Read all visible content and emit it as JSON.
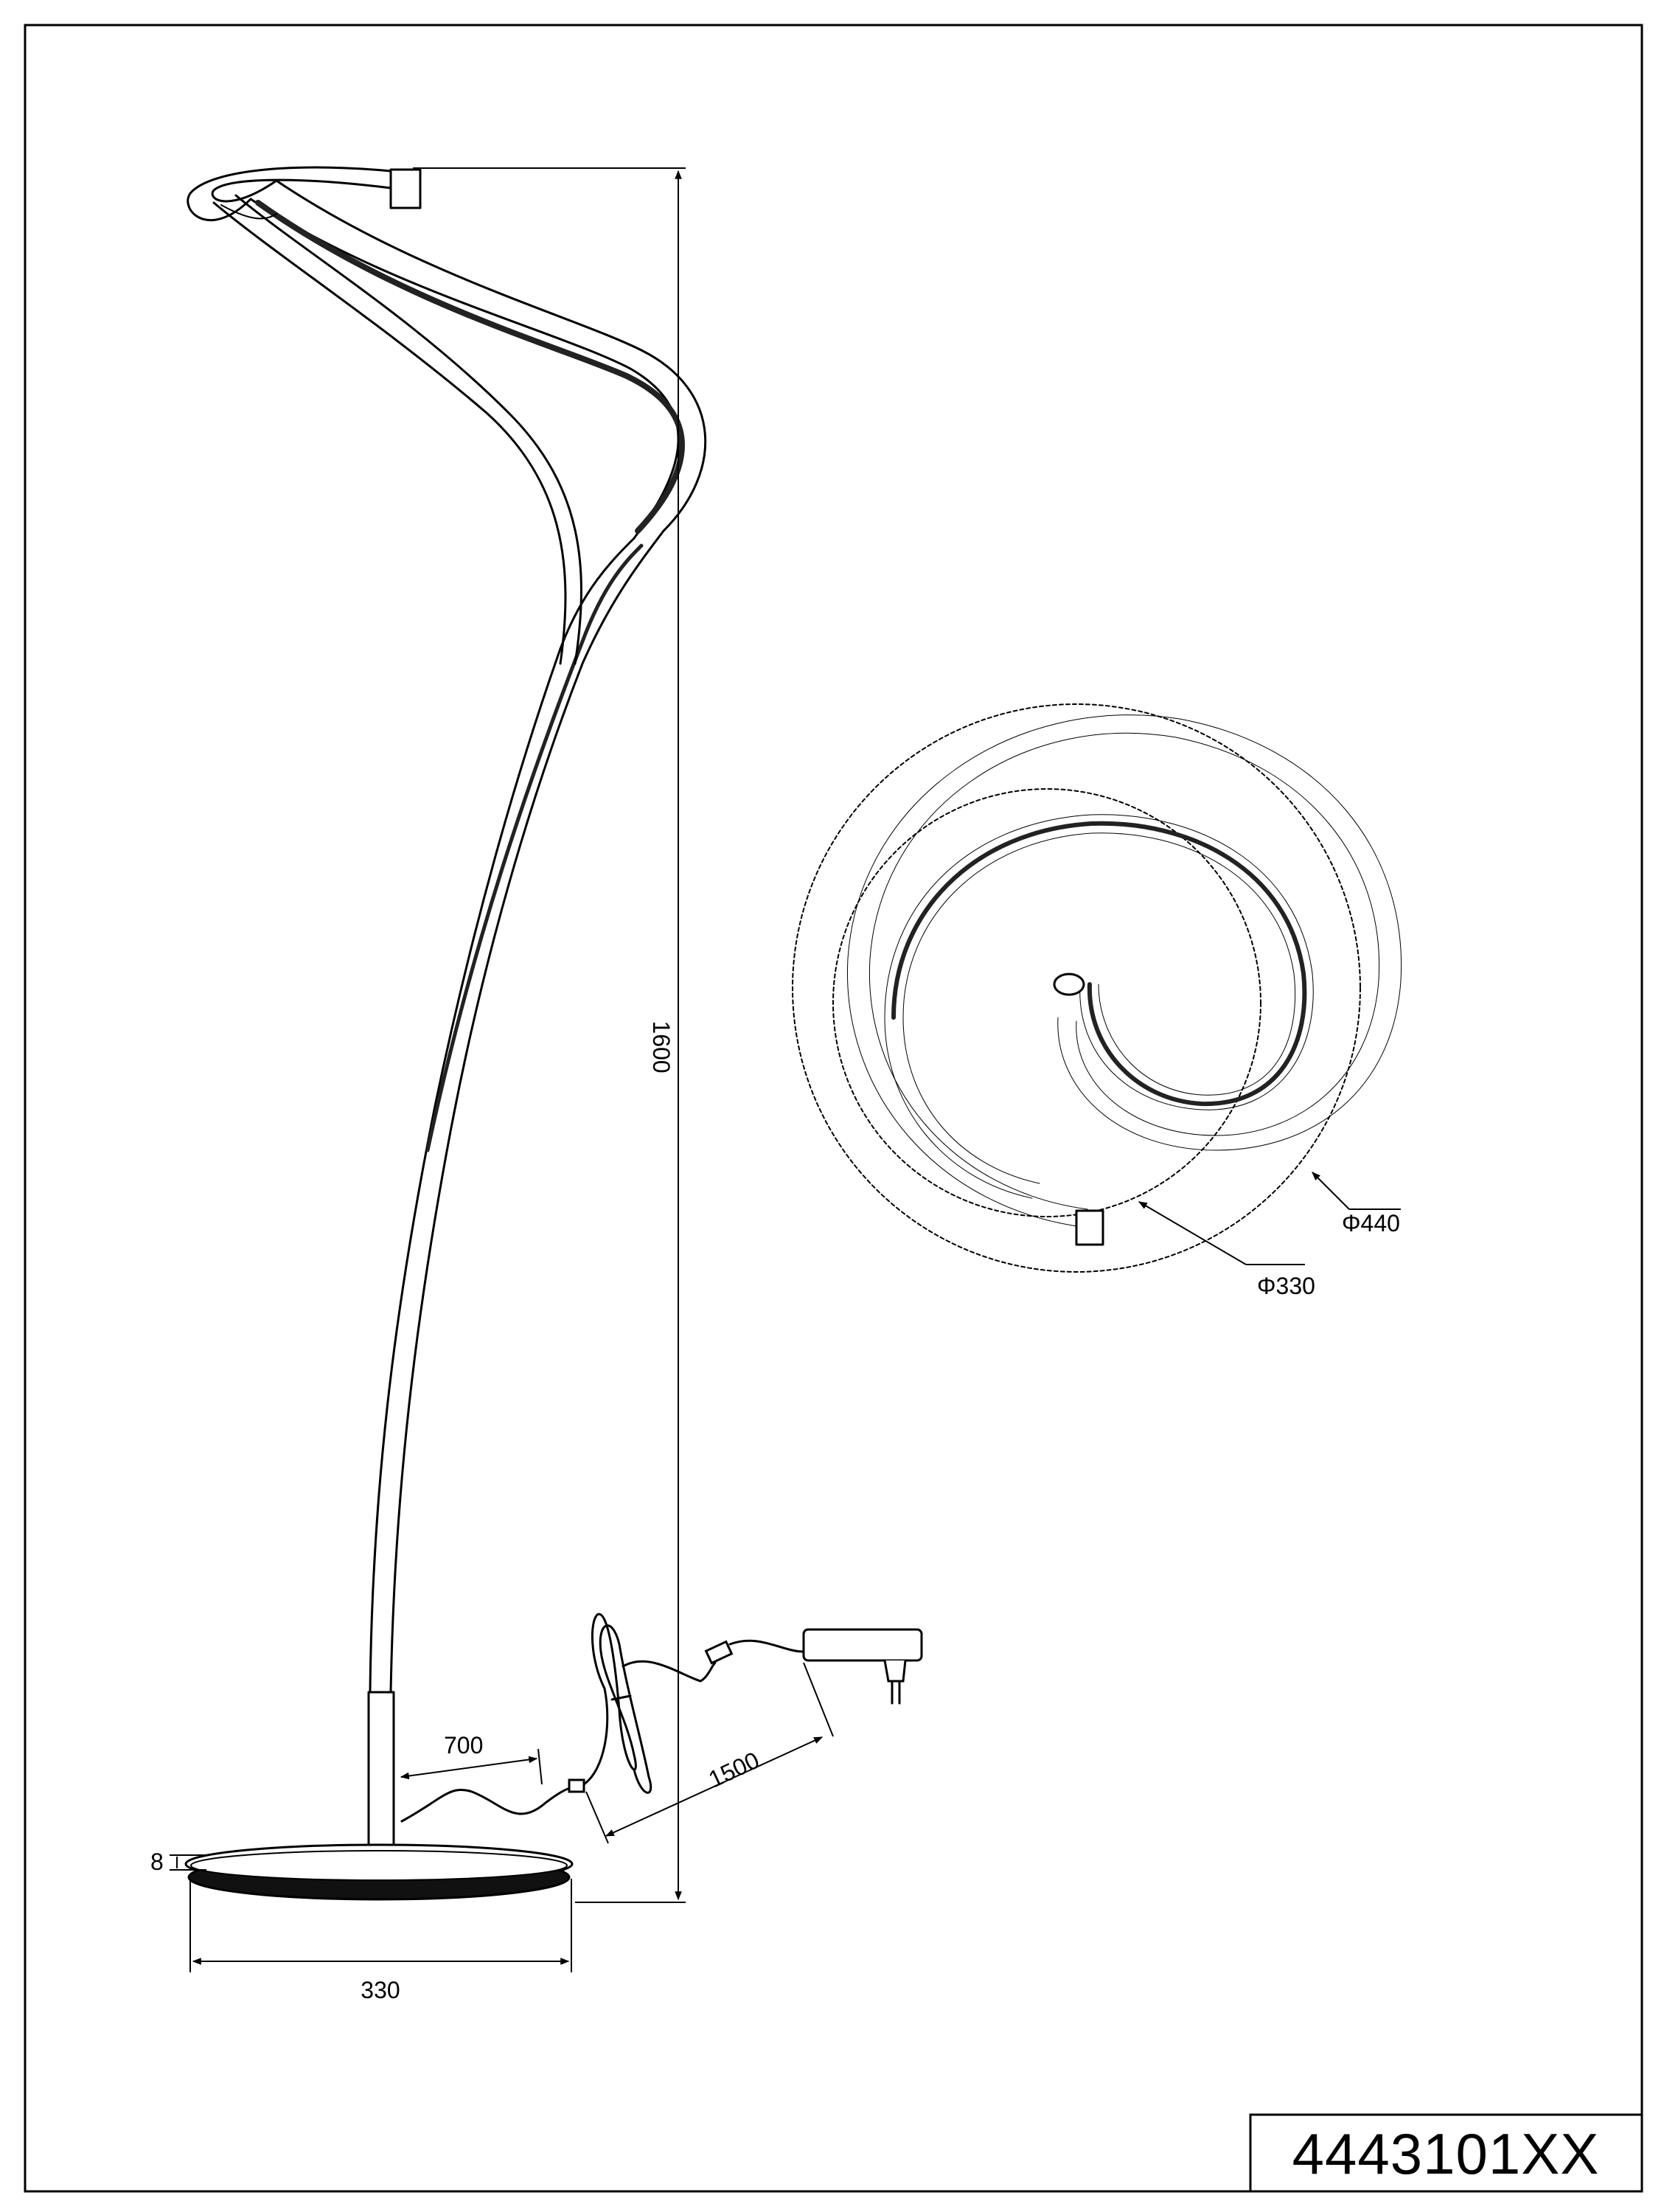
{
  "drawing": {
    "product_code": "4443101XX",
    "side_view": {
      "height_label": "1600",
      "base_width_label": "330",
      "base_thickness_label": "8",
      "cable_to_switch_label": "700",
      "cable_to_adapter_label": "1500"
    },
    "top_view": {
      "outer_diameter_label": "Φ440",
      "inner_diameter_label": "Φ330"
    }
  }
}
